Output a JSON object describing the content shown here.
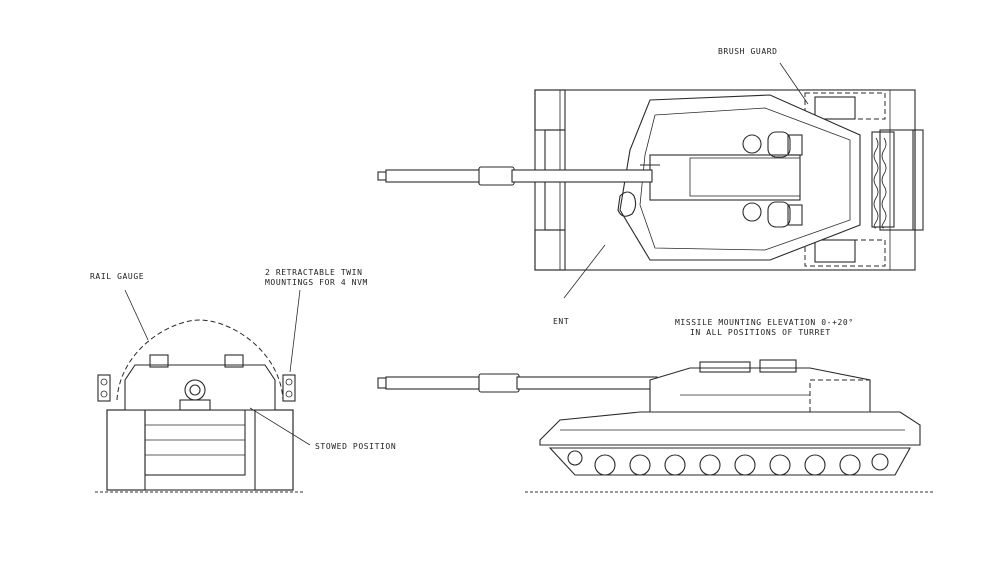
{
  "labels": {
    "brush_guard": "BRUSH GUARD",
    "rail_gauge": "RAIL GAUGE",
    "mountings_line1": "2 RETRACTABLE TWIN",
    "mountings_line2": "MOUNTINGS FOR 4 NVM",
    "stowed_position": "STOWED POSITION",
    "ent": "ENT",
    "missile_line1": "MISSILE MOUNTING ELEVATION 0-+20°",
    "missile_line2": "IN ALL POSITIONS OF TURRET"
  },
  "colors": {
    "ink": "#2a2a2a",
    "paper": "#ffffff"
  }
}
